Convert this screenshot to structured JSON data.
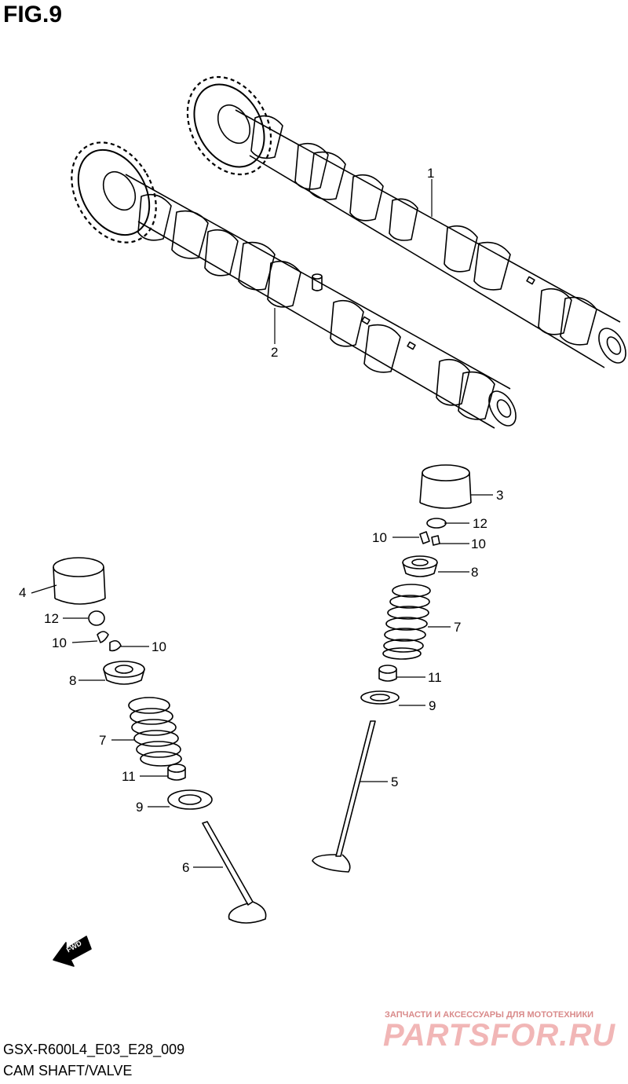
{
  "figure": {
    "title": "FIG.9",
    "code": "GSX-R600L4_E03_E28_009",
    "name": "CAM SHAFT/VALVE"
  },
  "callouts": {
    "c1": "1",
    "c2": "2",
    "c3": "3",
    "c4": "4",
    "c5": "5",
    "c6": "6",
    "c7a": "7",
    "c7b": "7",
    "c8a": "8",
    "c8b": "8",
    "c9a": "9",
    "c9b": "9",
    "c10a": "10",
    "c10b": "10",
    "c10c": "10",
    "c10d": "10",
    "c11a": "11",
    "c11b": "11",
    "c12a": "12",
    "c12b": "12"
  },
  "fwd_arrow": {
    "label": "FWD"
  },
  "watermark": {
    "tagline": "ЗАПЧАСТИ И АКСЕССУАРЫ ДЛЯ МОТОТЕХНИКИ",
    "logo": "PARTSFOR.RU",
    "color": "#f1b6b6"
  }
}
